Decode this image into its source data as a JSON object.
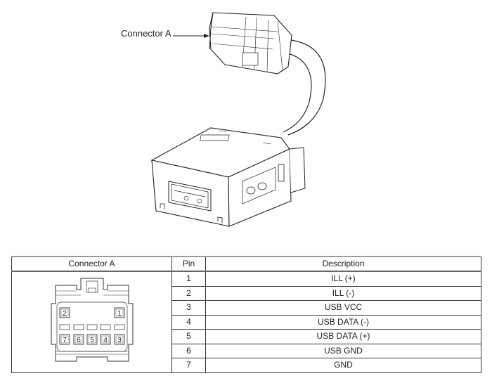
{
  "illustration": {
    "callout": "Connector A",
    "subject": "USB jack assembly with pigtail connector"
  },
  "table": {
    "headers": {
      "connector": "Connector A",
      "pin": "Pin",
      "description": "Description"
    },
    "rows": [
      {
        "pin": "1",
        "description": "ILL (+)"
      },
      {
        "pin": "2",
        "description": "ILL (-)"
      },
      {
        "pin": "3",
        "description": "USB VCC"
      },
      {
        "pin": "4",
        "description": "USB DATA (-)"
      },
      {
        "pin": "5",
        "description": "USB DATA (+)"
      },
      {
        "pin": "6",
        "description": "USB GND"
      },
      {
        "pin": "7",
        "description": "GND"
      }
    ]
  },
  "connector_face": {
    "top_row_pins": [
      "2",
      "1"
    ],
    "bottom_row_pins": [
      "7",
      "6",
      "5",
      "4",
      "3"
    ]
  }
}
